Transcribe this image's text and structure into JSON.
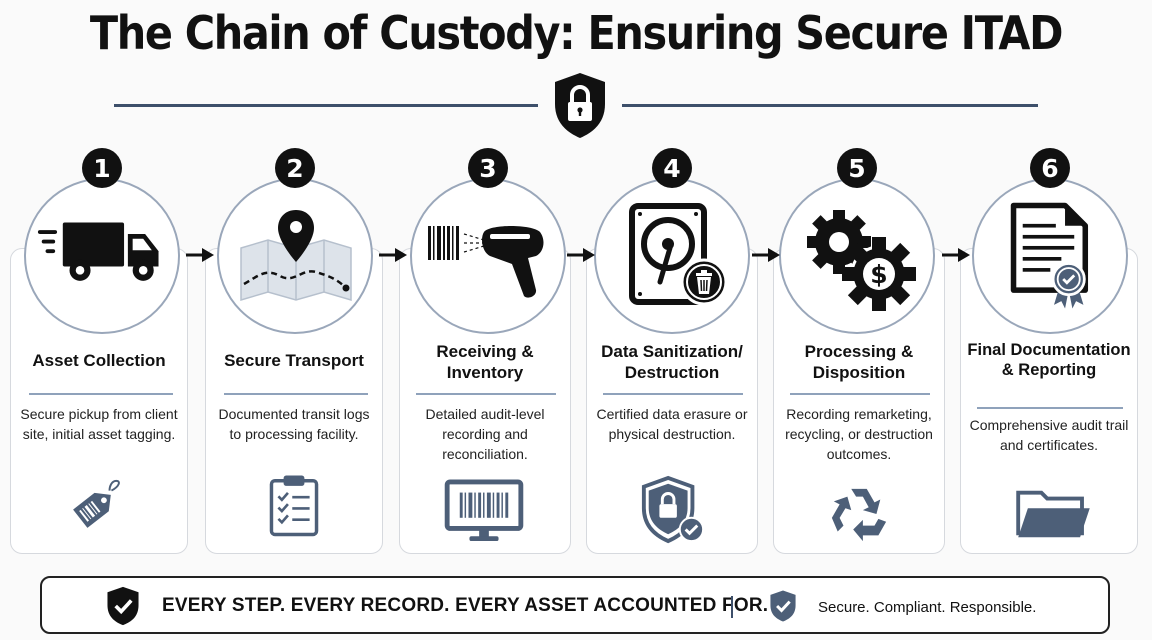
{
  "header": {
    "title": "The Chain of Custody: Ensuring Secure ITAD",
    "icon": "shield-lock-icon"
  },
  "colors": {
    "navy": "#3d4f6a",
    "icon_slate": "#4d5f78",
    "black": "#111111",
    "circle_border": "#9aa7ba"
  },
  "steps": [
    {
      "number": "1",
      "title": "Asset Collection",
      "description": "Secure pickup from client site, initial asset tagging.",
      "main_icon": "delivery-truck-icon",
      "bottom_icon": "asset-tag-icon"
    },
    {
      "number": "2",
      "title": "Secure Transport",
      "description": "Documented transit logs to processing facility.",
      "main_icon": "route-map-pin-icon",
      "bottom_icon": "clipboard-checklist-icon"
    },
    {
      "number": "3",
      "title": "Receiving & Inventory",
      "description": "Detailed audit-level recording and reconciliation.",
      "main_icon": "barcode-scanner-icon",
      "bottom_icon": "barcode-monitor-icon"
    },
    {
      "number": "4",
      "title": "Data Sanitization/ Destruction",
      "description": "Certified data erasure or physical destruction.",
      "main_icon": "hard-drive-trash-icon",
      "bottom_icon": "shield-lock-check-icon"
    },
    {
      "number": "5",
      "title": "Processing & Disposition",
      "description": "Recording remarketing, recycling, or destruction outcomes.",
      "main_icon": "gears-dollar-icon",
      "bottom_icon": "recycle-icon"
    },
    {
      "number": "6",
      "title": "Final Documentation & Reporting",
      "description": "Comprehensive audit trail and certificates.",
      "main_icon": "certificate-document-icon",
      "bottom_icon": "folder-icon"
    }
  ],
  "footer": {
    "slogan": "EVERY STEP. EVERY RECORD. EVERY ASSET ACCOUNTED FOR.",
    "tagline": "Secure. Compliant. Responsible.",
    "left_icon": "shield-check-icon",
    "right_icon": "shield-check-icon"
  }
}
